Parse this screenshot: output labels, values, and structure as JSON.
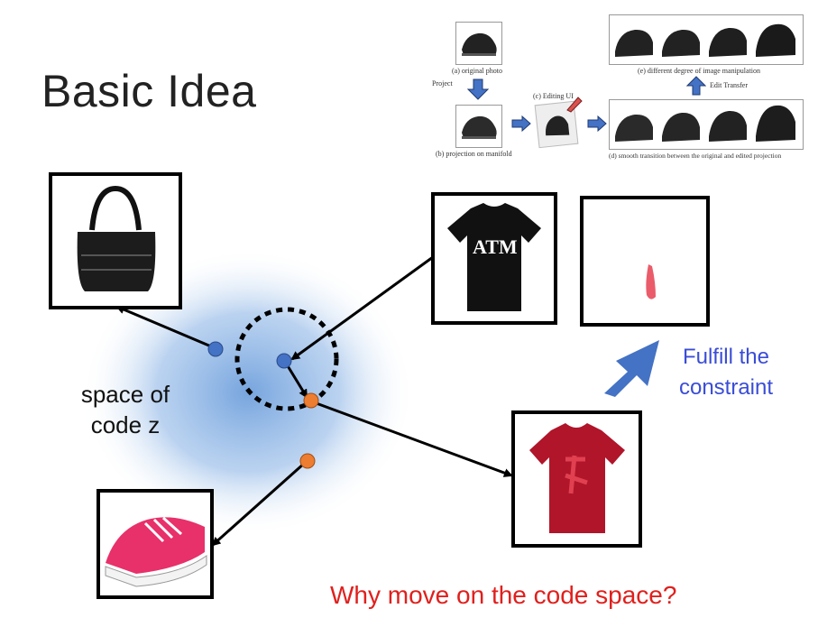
{
  "title": "Basic Idea",
  "space_label": {
    "line1": "space of",
    "line2": "code z"
  },
  "constraint_label": {
    "line1": "Fulfill the",
    "line2": "constraint"
  },
  "question": "Why move on the code space?",
  "inset": {
    "original_photo": "(a) original photo",
    "project": "Project",
    "projection": "(b) projection on manifold",
    "editing_ui": "(c) Editing UI",
    "different_degree": "(e) different degree of image manipulation",
    "edit_transfer": "Edit Transfer",
    "smooth_transition": "(d) smooth transition between the original and edited projection"
  },
  "tshirt_logo": "ATM",
  "colors": {
    "cloud": "#6fa0dc",
    "blue_point": "#4472c4",
    "orange_point": "#ed7d31",
    "blue_text": "#3a4dd6",
    "red_text": "#e0201d",
    "arrow_fill": "#4472c4"
  }
}
